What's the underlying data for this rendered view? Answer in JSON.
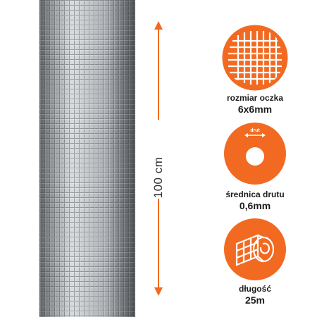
{
  "height_label": "100 cm",
  "accent_color": "#f26a21",
  "specs": [
    {
      "icon": "mesh-grid-icon",
      "label": "rozmiar oczka",
      "value": "6x6mm"
    },
    {
      "icon": "wire-ring-icon",
      "label": "średnica drutu",
      "value": "0,6mm",
      "icon_text": "drut"
    },
    {
      "icon": "mesh-roll-icon",
      "label": "długość",
      "value": "25m"
    }
  ]
}
